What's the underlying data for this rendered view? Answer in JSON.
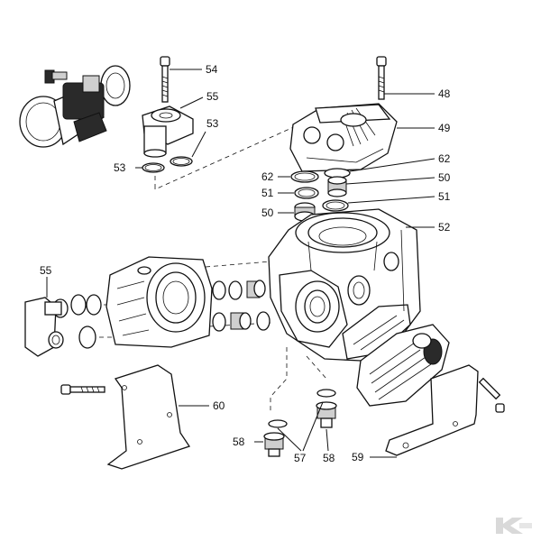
{
  "labels": [
    {
      "id": "48",
      "text": "48"
    },
    {
      "id": "49",
      "text": "49"
    },
    {
      "id": "50a",
      "text": "50"
    },
    {
      "id": "50b",
      "text": "50"
    },
    {
      "id": "51a",
      "text": "51"
    },
    {
      "id": "51b",
      "text": "51"
    },
    {
      "id": "52",
      "text": "52"
    },
    {
      "id": "53a",
      "text": "53"
    },
    {
      "id": "53b",
      "text": "53"
    },
    {
      "id": "54",
      "text": "54"
    },
    {
      "id": "55a",
      "text": "55"
    },
    {
      "id": "55b",
      "text": "55"
    },
    {
      "id": "57",
      "text": "57"
    },
    {
      "id": "58a",
      "text": "58"
    },
    {
      "id": "58b",
      "text": "58"
    },
    {
      "id": "59",
      "text": "59"
    },
    {
      "id": "60",
      "text": "60"
    },
    {
      "id": "62a",
      "text": "62"
    },
    {
      "id": "62b",
      "text": "62"
    }
  ],
  "watermark_icon": "k-logo-icon"
}
